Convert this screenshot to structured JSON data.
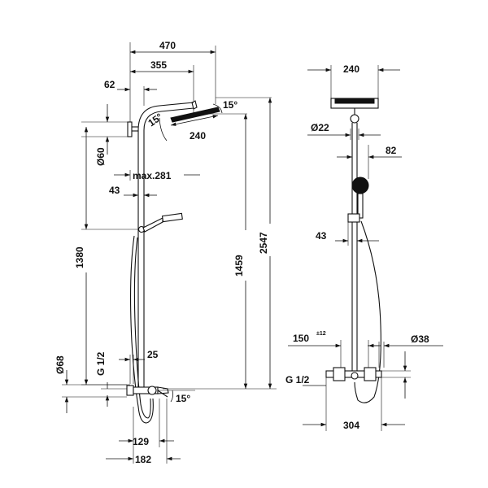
{
  "front_view": {
    "dims": {
      "width_470": "470",
      "arm_355": "355",
      "offset_62": "62",
      "head_240": "240",
      "angle_head_left": "15°",
      "angle_head_right": "15°",
      "dia_60": "Ø60",
      "max_281": "max.281",
      "d_43": "43",
      "h_1380": "1380",
      "h_1459": "1459",
      "h_2547": "2547",
      "dia_68": "Ø68",
      "thread": "G 1/2",
      "d_25": "25",
      "angle_spout": "15°",
      "w_129": "129",
      "w_182": "182"
    }
  },
  "side_view": {
    "dims": {
      "head_240": "240",
      "dia_22": "Ø22",
      "d_82": "82",
      "d_43": "43",
      "d_150": "150",
      "tol_150": "±12",
      "dia_38": "Ø38",
      "thread": "G 1/2",
      "w_304": "304"
    }
  }
}
